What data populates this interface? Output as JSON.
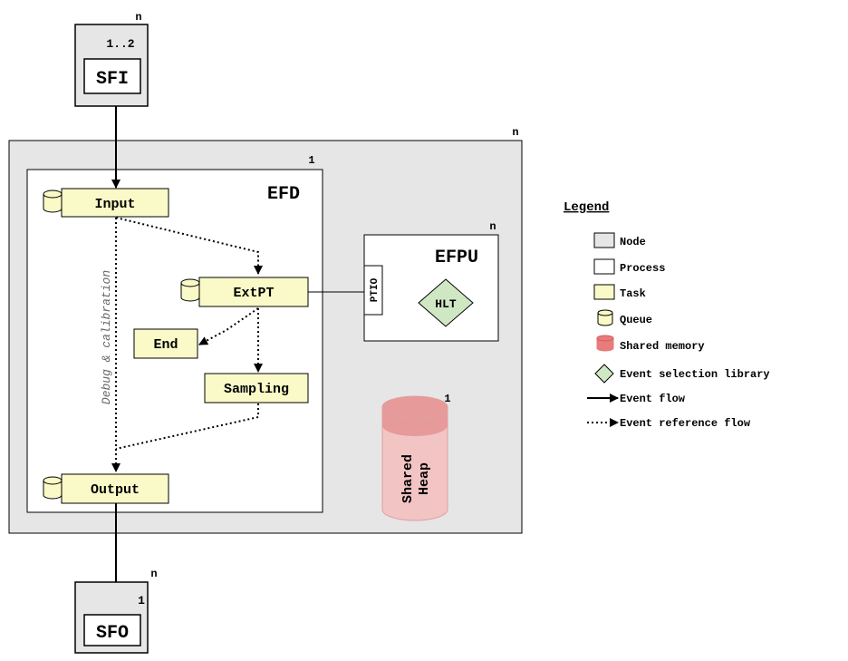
{
  "multiplicity": {
    "sfi_outer": "n",
    "sfi_inner": "1..2",
    "node": "n",
    "efd": "1",
    "efpu": "n",
    "heap": "1",
    "sfo_outer": "n",
    "sfo_inner": "1"
  },
  "sfi": {
    "label": "SFI"
  },
  "sfo": {
    "label": "SFO"
  },
  "efd": {
    "label": "EFD",
    "tasks": {
      "input": "Input",
      "extpt": "ExtPT",
      "end": "End",
      "sampling": "Sampling",
      "output": "Output"
    },
    "debug_label": "Debug & calibration"
  },
  "efpu": {
    "label": "EFPU",
    "ptio": "PTIO",
    "hlt": "HLT"
  },
  "heap": {
    "line1": "Shared",
    "line2": "Heap"
  },
  "legend": {
    "title": "Legend",
    "items": {
      "node": "Node",
      "process": "Process",
      "task": "Task",
      "queue": "Queue",
      "shared_memory": "Shared memory",
      "event_selection": "Event selection library",
      "event_flow": "Event flow",
      "event_reference_flow": "Event reference flow"
    }
  },
  "colors": {
    "node_fill": "#e6e6e6",
    "task_fill": "#fafac8",
    "heap_fill": "#f2c4c4",
    "heap_top": "#e79a9a",
    "hlt_fill": "#cfe8c3",
    "legend_heap": "#e87b7b"
  }
}
